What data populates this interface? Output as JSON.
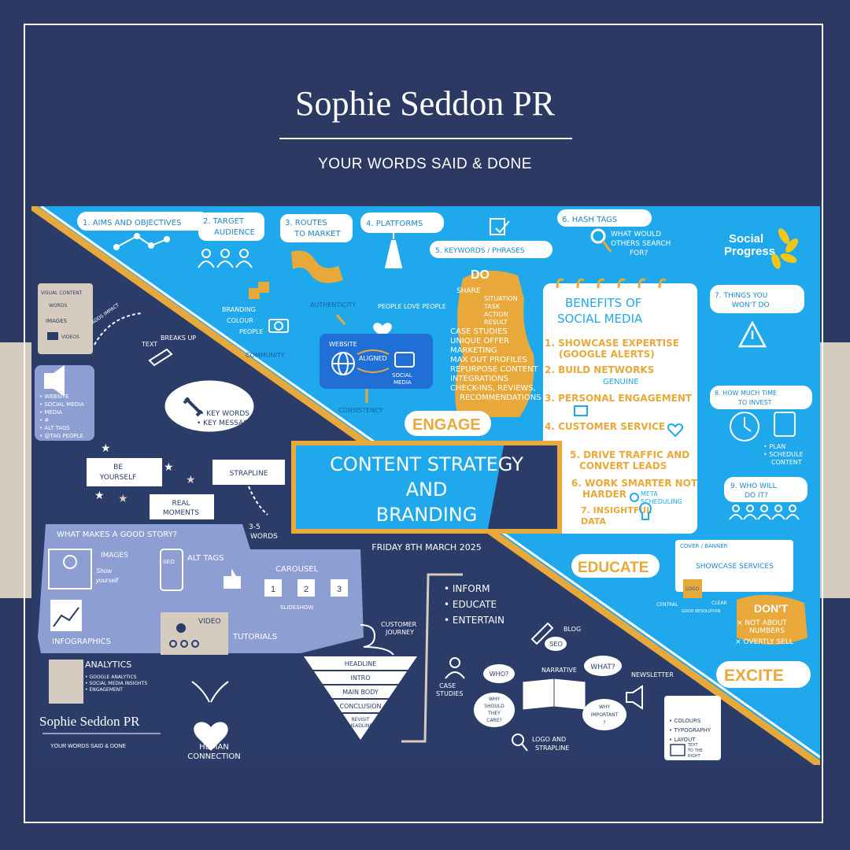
{
  "header": {
    "brand": "Sophie Seddon PR",
    "tagline": "YOUR WORDS SAID & DONE"
  },
  "colors": {
    "navy": "#2c3a63",
    "board_dark": "#2b3c68",
    "board_light": "#1fa9ec",
    "accent": "#e8a93a",
    "beige": "#d6cbbf",
    "lavender": "#8d9ed2"
  },
  "board": {
    "title_lines": [
      "CONTENT STRATEGY",
      "AND",
      "BRANDING"
    ],
    "date": "FRIDAY 8TH MARCH 2025",
    "steps": {
      "s1": "1. AIMS AND OBJECTIVES",
      "s2a": "2. TARGET",
      "s2b": "AUDIENCE",
      "s3a": "3. ROUTES",
      "s3b": "TO MARKET",
      "s4": "4. PLATFORMS",
      "s5": "5. KEYWORDS / PHRASES",
      "s6": "6. HASH TAGS",
      "s6q1": "WHAT WOULD",
      "s6q2": "OTHERS SEARCH",
      "s6q3": "FOR?",
      "s7a": "7. THINGS YOU",
      "s7b": "WON'T DO",
      "s8a": "8. HOW MUCH TIME",
      "s8b": "TO INVEST",
      "s8c": "• PLAN",
      "s8d": "• SCHEDULE",
      "s8e": "CONTENT",
      "s9a": "9. WHO WILL",
      "s9b": "DO IT?"
    },
    "social_progress": [
      "Social",
      "Progress"
    ],
    "branding_cluster": {
      "branding": "BRANDING",
      "colour": "COLOUR",
      "people": "PEOPLE",
      "authenticity": "AUTHENTICITY",
      "people_love": "PEOPLE LOVE PEOPLE",
      "community": "COMMUNITY",
      "consistency": "CONSISTENCY",
      "website": "WEBSITE",
      "aligned": "ALIGNED",
      "social_media_a": "SOCIAL",
      "social_media_b": "MEDIA"
    },
    "do_list": {
      "title": "DO",
      "items": [
        "SHARE",
        "SITUATION",
        "TASK",
        "ACTION",
        "RESULT",
        "CASE STUDIES",
        "UNIQUE OFFER",
        "MARKETING",
        "MAX OUT PROFILES",
        "REPURPOSE CONTENT",
        "INTEGRATIONS",
        "CHECK-INS, REVIEWS,",
        "RECOMMENDATIONS"
      ]
    },
    "engage": "ENGAGE",
    "educate": "EDUCATE",
    "excite": "EXCITE",
    "benefits": {
      "title1": "BENEFITS OF",
      "title2": "SOCIAL MEDIA",
      "items": [
        "1. SHOWCASE EXPERTISE",
        "(GOOGLE ALERTS)",
        "2. BUILD NETWORKS",
        "GENUINE",
        "3. PERSONAL ENGAGEMENT",
        "4. CUSTOMER SERVICE",
        "5. DRIVE TRAFFIC AND",
        "CONVERT LEADS",
        "6. WORK SMARTER NOT",
        "HARDER",
        "META",
        "SCHEDULING",
        "7. INSIGHTFUL",
        "DATA"
      ]
    },
    "cover": {
      "label": "COVER / BANNER",
      "showcase": "SHOWCASE SERVICES",
      "logo": "LOGO",
      "central": "CENTRAL",
      "clear": "CLEAR",
      "good_res": "GOOD RESOLUTION"
    },
    "dont": {
      "title": "DON'T",
      "items": [
        "× NOT ABOUT",
        "NUMBERS",
        "× OVERTLY SELL"
      ]
    },
    "visual": {
      "title": "VISUAL CONTENT",
      "words": "WORDS",
      "images": "IMAGES",
      "videos": "VIDEOS",
      "adds_impact": "ADDS IMPACT",
      "breaks_up_a": "BREAKS UP",
      "breaks_up_b": "TEXT"
    },
    "megaphone_list": [
      "• WEBSITE",
      "• SOCIAL MEDIA",
      "• MEDIA",
      "• #",
      "• ALT TAGS",
      "• @TAG PEOPLE"
    ],
    "keywords_oval": [
      "• KEY WORDS",
      "• KEY MESSAGES"
    ],
    "be_yourself": [
      "BE",
      "YOURSELF"
    ],
    "strapline": "STRAPLINE",
    "real_moments": [
      "REAL",
      "MOMENTS"
    ],
    "words_35": [
      "3-5",
      "WORDS"
    ],
    "story": {
      "title": "WHAT MAKES A GOOD STORY?",
      "images": "IMAGES",
      "show": "Show",
      "yourself": "yourself",
      "seo": "SEO",
      "alt_tags": "ALT TAGS",
      "carousel": "CAROUSEL",
      "slideshow": "SLIDESHOW",
      "infographics": "INFOGRAPHICS",
      "video": "VIDEO",
      "tutorials": "TUTORIALS"
    },
    "analytics": {
      "title": "ANALYTICS",
      "items": [
        "• GOOGLE ANALYTICS",
        "• SOCIAL MEDIA INSIGHTS",
        "• ENGAGEMENT"
      ]
    },
    "footer_brand": "Sophie Seddon PR",
    "footer_tag": "YOUR WORDS SAID & DONE",
    "human_connection": [
      "HUMAN",
      "CONNECTION"
    ],
    "funnel": [
      "HEADLINE",
      "INTRO",
      "MAIN BODY",
      "CONCLUSION",
      "REVISIT",
      "HEADLINE"
    ],
    "customer_journey": [
      "CUSTOMER",
      "JOURNEY"
    ],
    "purpose": [
      "• INFORM",
      "• EDUCATE",
      "• ENTERTAIN"
    ],
    "case_studies": [
      "CASE",
      "STUDIES"
    ],
    "narrative": {
      "title": "NARRATIVE",
      "who": "WHO?",
      "what": "WHAT?",
      "why_care_a": "WHY",
      "why_care_b": "SHOULD",
      "why_care_c": "THEY",
      "why_care_d": "CARE?",
      "why_imp_a": "WHY",
      "why_imp_b": "IMPORTANT",
      "why_imp_c": "?",
      "blog": "BLOG",
      "seo": "SEO"
    },
    "logo_strapline": [
      "LOGO AND",
      "STRAPLINE"
    ],
    "newsletter": {
      "title": "NEWSLETTER",
      "items": [
        "• COLOURS",
        "• TYPOGRAPHY",
        "• LAYOUT"
      ],
      "text_right_a": "TEXT",
      "text_right_b": "TO THE",
      "text_right_c": "RIGHT"
    }
  }
}
